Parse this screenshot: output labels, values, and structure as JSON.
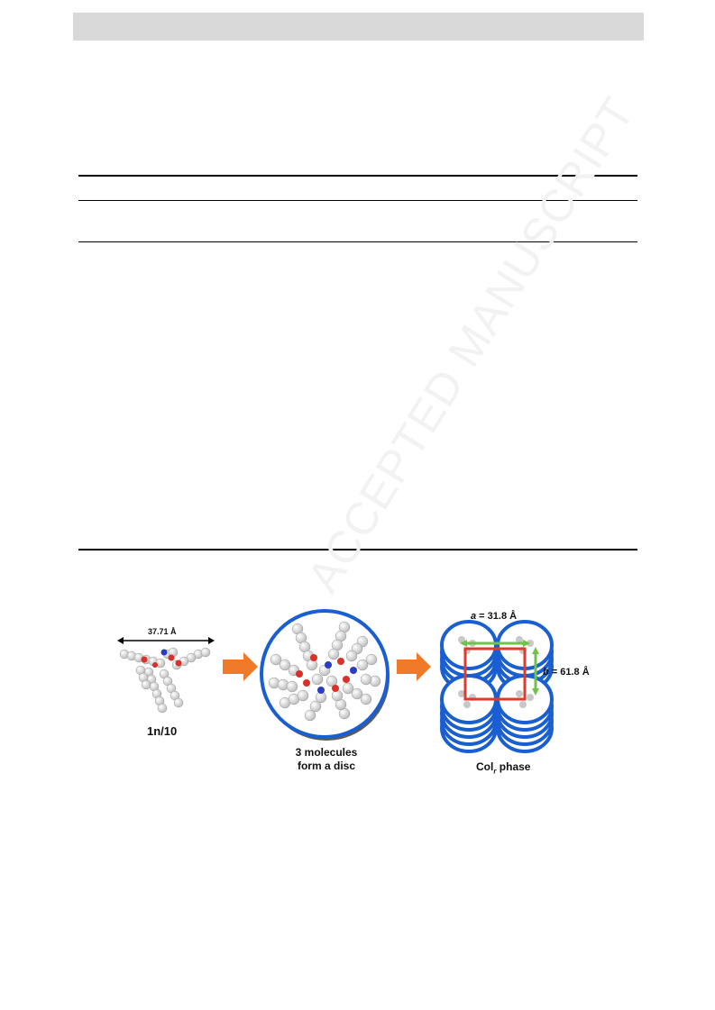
{
  "watermark": "ACCEPTED MANUSCRIPT",
  "figure": {
    "molecule_width": "37.71 Å",
    "molecule_label": "1n/10",
    "disc_caption_line1": "3 molecules",
    "disc_caption_line2": "form a disc",
    "phase_label": "Col",
    "phase_subscript": "r",
    "phase_suffix": " phase",
    "lattice_a_var": "a",
    "lattice_a_value": " = 31.8 Å",
    "lattice_b_var": "b",
    "lattice_b_value": " = 61.8 Å"
  },
  "colors": {
    "header_gray": "#d9d9d9",
    "arrow_orange": "#f07a2a",
    "disc_blue": "#1a5fd1",
    "lattice_red": "#e03a2e",
    "lattice_green": "#6fc24a"
  }
}
